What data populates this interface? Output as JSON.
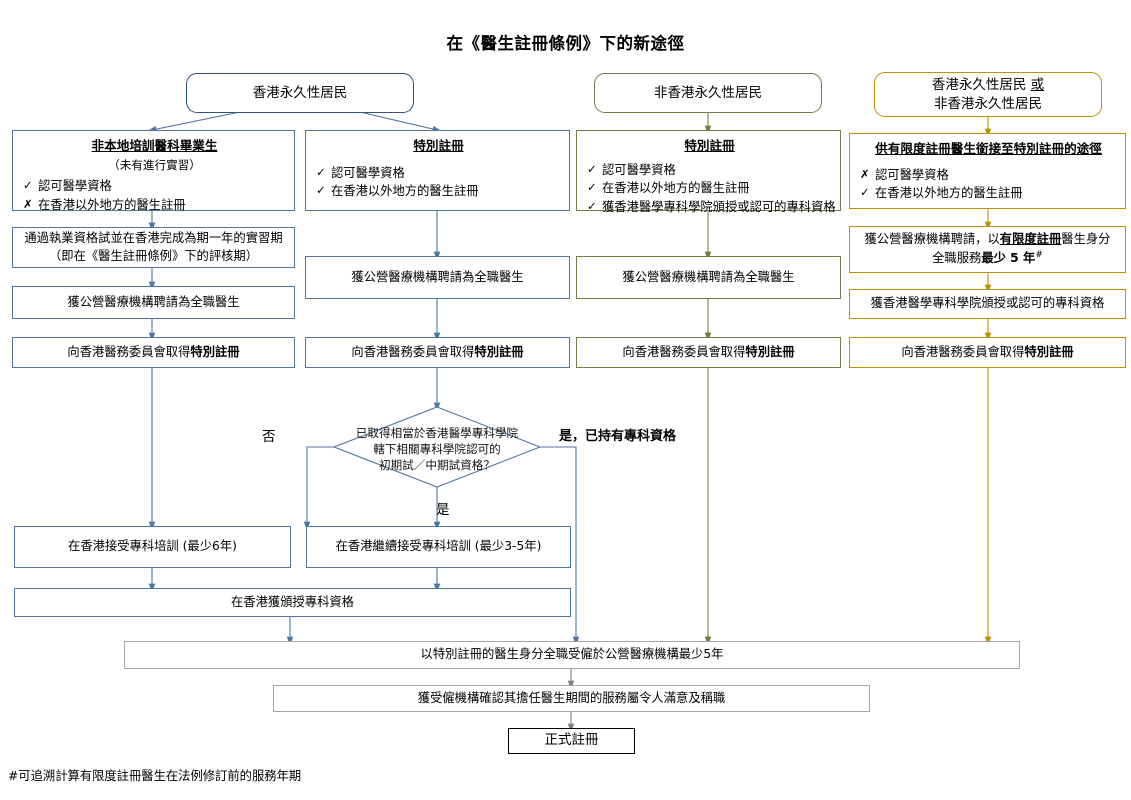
{
  "title": "在《醫生註冊條例》下的新途徑",
  "footnote": "#可追溯計算有限度註冊醫生在法例修訂前的服務年期",
  "colors": {
    "blue": "#4f76a3",
    "blue_dark": "#2f5480",
    "olive": "#7b7a46",
    "gold": "#bf9000",
    "grey": "#a6a6a6",
    "black": "#000000"
  },
  "columns": [
    {
      "id": "col1",
      "header": "香港永久性居民",
      "criteria": {
        "heading": "非本地培訓醫科畢業生",
        "subheading": "（未有進行實習）",
        "items": [
          {
            "mark": "✓",
            "text": "認可醫學資格"
          },
          {
            "mark": "✗",
            "text": "在香港以外地方的醫生註冊"
          }
        ]
      },
      "steps": [
        "通過執業資格試並在香港完成為期一年的實習期\n（即在《醫生註冊條例》下的評核期）",
        "獲公營醫療機構聘請為全職醫生",
        "向香港醫務委員會取得特別註冊"
      ]
    },
    {
      "id": "col2",
      "header": "香港永久性居民",
      "criteria": {
        "heading": "特別註冊",
        "subheading": "",
        "items": [
          {
            "mark": "✓",
            "text": "認可醫學資格"
          },
          {
            "mark": "✓",
            "text": "在香港以外地方的醫生註冊"
          }
        ]
      },
      "steps": [
        "獲公營醫療機構聘請為全職醫生",
        "向香港醫務委員會取得特別註冊"
      ]
    },
    {
      "id": "col3",
      "header": "非香港永久性居民",
      "criteria": {
        "heading": "特別註冊",
        "subheading": "",
        "items": [
          {
            "mark": "✓",
            "text": "認可醫學資格"
          },
          {
            "mark": "✓",
            "text": "在香港以外地方的醫生註冊"
          },
          {
            "mark": "✓",
            "text": "獲香港醫學專科學院頒授或認可的專科資格"
          }
        ]
      },
      "steps": [
        "獲公營醫療機構聘請為全職醫生",
        "向香港醫務委員會取得特別註冊"
      ]
    },
    {
      "id": "col4",
      "header_line1": "香港永久性居民 或",
      "header_line2": "非香港永久性居民",
      "criteria": {
        "heading": "供有限度註冊醫生銜接至特別註冊的途徑",
        "subheading": "",
        "items": [
          {
            "mark": "✗",
            "text": "認可醫學資格"
          },
          {
            "mark": "✓",
            "text": "在香港以外地方的醫生註冊"
          }
        ]
      },
      "steps": [
        "獲公營醫療機構聘請，以有限度註冊醫生身分\n全職服務最少 5 年#",
        "獲香港醫學專科學院頒授或認可的專科資格",
        "向香港醫務委員會取得特別註冊"
      ]
    }
  ],
  "decision": {
    "text_line1": "已取得相當於香港醫學專科學院",
    "text_line2": "轄下相關專科學院認可的",
    "text_line3": "初期試／中期試資格？",
    "label_no": "否",
    "label_yes": "是",
    "label_yes_spec": "是，已持有專科資格"
  },
  "training": {
    "left": "在香港接受專科培訓 (最少6年)",
    "right": "在香港繼續接受專科培訓 (最少3-5年)",
    "award": "在香港獲頒授專科資格"
  },
  "common": {
    "service": "以特別註冊的醫生身分全職受僱於公營醫療機構最少5年",
    "confirm": "獲受僱機構確認其擔任醫生期間的服務屬令人滿意及稱職",
    "final": "正式註冊"
  }
}
